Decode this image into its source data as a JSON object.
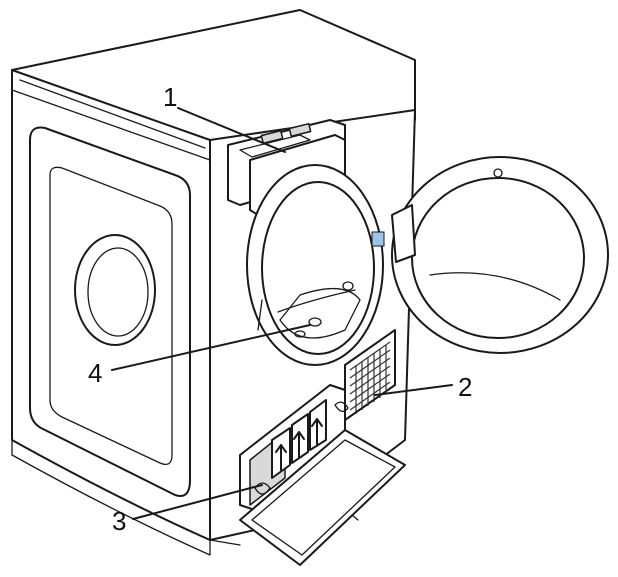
{
  "callouts": [
    {
      "id": "1",
      "text": "1"
    },
    {
      "id": "2",
      "text": "2"
    },
    {
      "id": "3",
      "text": "3"
    },
    {
      "id": "4",
      "text": "4"
    }
  ],
  "colors": {
    "line": "#1a1a1a",
    "background": "#ffffff",
    "accent": "#9ec3e8"
  }
}
